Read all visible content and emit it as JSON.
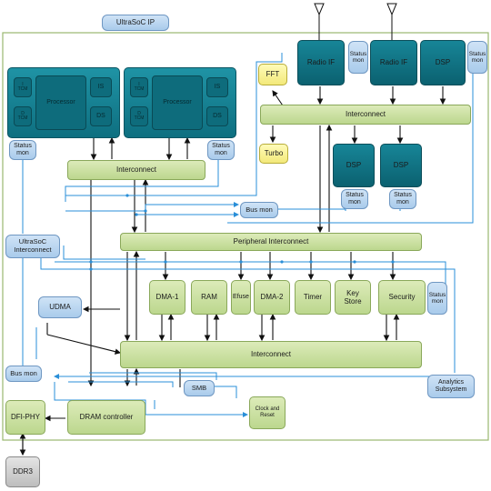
{
  "title": "UltraSoC IP",
  "processors": [
    {
      "processor": "Processor",
      "is": "IS",
      "ds": "DS",
      "itcm": "I\nTCM",
      "dtcm": "D\nTCM"
    },
    {
      "processor": "Processor",
      "is": "IS",
      "ds": "DS",
      "itcm": "I\nTCM",
      "dtcm": "D\nTCM"
    }
  ],
  "status_mon": "Status\nmon",
  "interconnect": "Interconnect",
  "peripheral_interconnect": "Peripheral Interconnect",
  "bus_mon": "Bus mon",
  "ultrasoc_interconnect": "UltraSoC\nInterconnect",
  "udma": "UDMA",
  "radio_if": "Radio IF",
  "dsp": "DSP",
  "fft": "FFT",
  "turbo": "Turbo",
  "peripherals": {
    "dma1": "DMA-1",
    "ram": "RAM",
    "efuse": "Efuse",
    "dma2": "DMA-2",
    "timer": "Timer",
    "key_store": "Key\nStore",
    "security": "Security"
  },
  "smb": "SMB",
  "clock_reset": "Clock and\nReset",
  "analytics": "Analytics\nSubsystem",
  "dfi_phy": "DFI-PHY",
  "dram_controller": "DRAM controller",
  "ddr3": "DDR3",
  "colors": {
    "teal": "#12798a",
    "green": "#c8df9f",
    "blue_link": "#2a8fd8",
    "status_blue": "#b9d6f1",
    "yellow": "#f8f09a",
    "gray": "#cfcfcf"
  }
}
